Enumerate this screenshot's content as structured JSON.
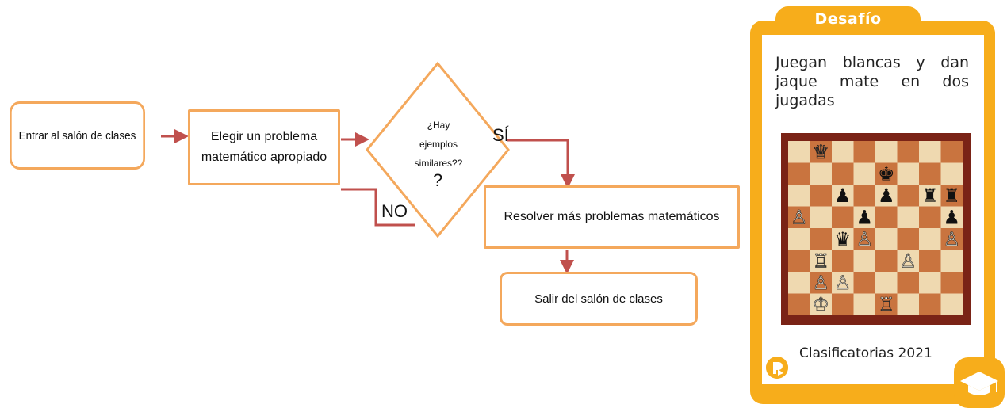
{
  "flowchart": {
    "start": "Entrar al salón de clases",
    "step1_line1": "Elegir un problema",
    "step1_line2": "matemático apropiado",
    "decision_line1": "¿Hay",
    "decision_line2": "ejemplos",
    "decision_line3": "similares??",
    "decision_mark": "?",
    "yes_label": "SÍ",
    "no_label": "NO",
    "step2": "Resolver más problemas matemáticos",
    "end": "Salir del salón de clases"
  },
  "colors": {
    "box_border": "#f4a85c",
    "arrow": "#c0504d",
    "card": "#f7ad1b",
    "board_light": "#efd9b0",
    "board_dark": "#c9743f",
    "board_frame": "#7a2316"
  },
  "challenge": {
    "title": "Desafío",
    "text": "Juegan blancas y dan jaque mate en dos jugadas",
    "caption": "Clasificatorias 2021",
    "logo_icon": "chess-logo-icon",
    "cap_icon": "graduation-cap-icon"
  },
  "chess_position": [
    {
      "square": "b8",
      "piece": "♕"
    },
    {
      "square": "e7",
      "piece": "♚"
    },
    {
      "square": "c6",
      "piece": "♟"
    },
    {
      "square": "e6",
      "piece": "♟"
    },
    {
      "square": "g6",
      "piece": "♜"
    },
    {
      "square": "h6",
      "piece": "♜"
    },
    {
      "square": "a5",
      "piece": "♙"
    },
    {
      "square": "d5",
      "piece": "♟"
    },
    {
      "square": "h5",
      "piece": "♟"
    },
    {
      "square": "c4",
      "piece": "♛"
    },
    {
      "square": "d4",
      "piece": "♙"
    },
    {
      "square": "h4",
      "piece": "♙"
    },
    {
      "square": "b3",
      "piece": "♖"
    },
    {
      "square": "f3",
      "piece": "♙"
    },
    {
      "square": "b2",
      "piece": "♙"
    },
    {
      "square": "c2",
      "piece": "♙"
    },
    {
      "square": "b1",
      "piece": "♔"
    },
    {
      "square": "e1",
      "piece": "♖"
    }
  ]
}
